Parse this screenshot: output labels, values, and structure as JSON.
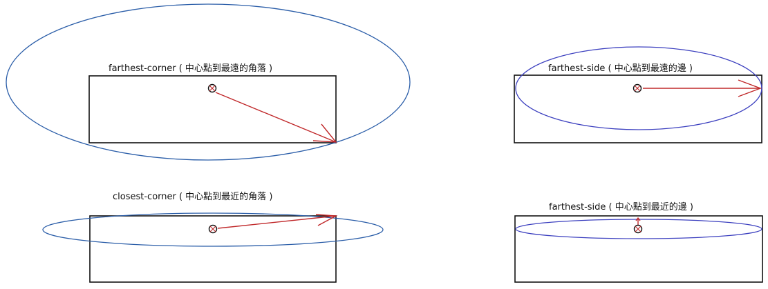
{
  "diagrams": [
    {
      "id": "farthest-corner",
      "label": "farthest-corner ( 中心點到最遠的角落 )",
      "ellipse_color": "#2a5da8",
      "arrow_color": "#c0282a"
    },
    {
      "id": "farthest-side-top",
      "label": "farthest-side ( 中心點到最遠的邊 )",
      "ellipse_color": "#3b3fbf",
      "arrow_color": "#c0282a"
    },
    {
      "id": "closest-corner",
      "label": "closest-corner ( 中心點到最近的角落 )",
      "ellipse_color": "#2a5da8",
      "arrow_color": "#c0282a"
    },
    {
      "id": "farthest-side-bottom",
      "label": "farthest-side ( 中心點到最近的邊 )",
      "ellipse_color": "#3b3fbf",
      "arrow_color": "#c0282a"
    }
  ],
  "colors": {
    "box_stroke": "#111111",
    "center_marker": "#111111",
    "center_cross": "#c0282a"
  }
}
